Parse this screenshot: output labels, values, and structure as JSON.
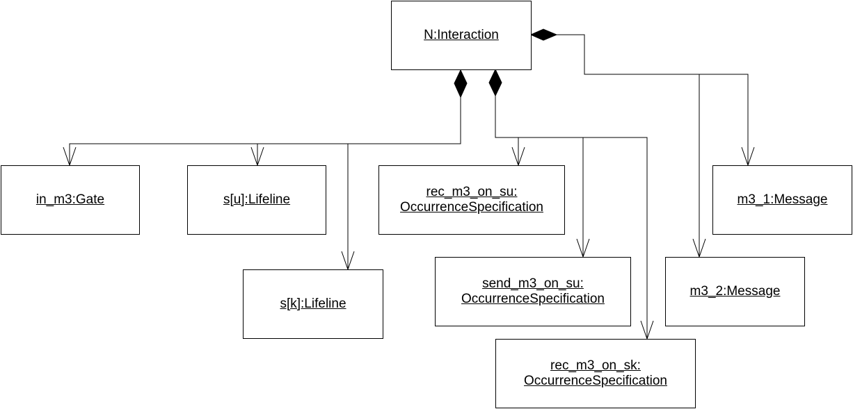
{
  "diagram": {
    "root": {
      "name": "N:Interaction"
    },
    "objects": [
      {
        "id": "gate",
        "lines": [
          "in_m3:Gate"
        ]
      },
      {
        "id": "su",
        "lines": [
          "s[u]:Lifeline"
        ]
      },
      {
        "id": "sk",
        "lines": [
          "s[k]:Lifeline"
        ]
      },
      {
        "id": "rec_su",
        "lines": [
          "rec_m3_on_su:",
          "OccurrenceSpecification"
        ]
      },
      {
        "id": "send_su",
        "lines": [
          "send_m3_on_su:",
          "OccurrenceSpecification"
        ]
      },
      {
        "id": "rec_sk",
        "lines": [
          "rec_m3_on_sk:",
          "OccurrenceSpecification"
        ]
      },
      {
        "id": "m3_1",
        "lines": [
          "m3_1:Message"
        ]
      },
      {
        "id": "m3_2",
        "lines": [
          "m3_2:Message"
        ]
      }
    ],
    "relations": [
      {
        "type": "composition",
        "from": "root",
        "to": "gate"
      },
      {
        "type": "composition",
        "from": "root",
        "to": "su"
      },
      {
        "type": "composition",
        "from": "root",
        "to": "sk"
      },
      {
        "type": "composition",
        "from": "root",
        "to": "rec_su"
      },
      {
        "type": "composition",
        "from": "root",
        "to": "send_su"
      },
      {
        "type": "composition",
        "from": "root",
        "to": "rec_sk"
      },
      {
        "type": "composition",
        "from": "root",
        "to": "m3_1"
      },
      {
        "type": "composition",
        "from": "root",
        "to": "m3_2"
      }
    ]
  }
}
